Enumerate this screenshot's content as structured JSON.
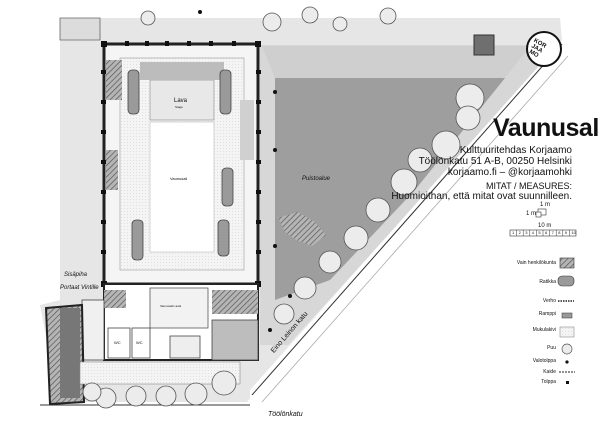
{
  "title": "Vaunusali",
  "address": {
    "line1": "Kulttuuritehdas Korjaamo",
    "line2": "Töölönkatu 51 A-B, 00250 Helsinki",
    "line3": "korjaamo.fi – @korjaamohki"
  },
  "measures": {
    "heading": "MITAT / MEASURES:",
    "note": "Huomioithan, että mitat ovat suunnilleen."
  },
  "scale": {
    "one_m": "1 m",
    "one_m_b": "1 m",
    "ten_m": "10 m",
    "ticks": [
      "1",
      "2",
      "3",
      "4",
      "5",
      "6",
      "7",
      "8",
      "9",
      "10"
    ]
  },
  "logo": {
    "line1": "KOR",
    "line2": "JAA",
    "line3": "MO"
  },
  "rooms": {
    "lava": "Lava",
    "lava_sub": "Stage",
    "sali": "Vaunusali",
    "wc1": "WC",
    "wc2": "WC",
    "lobby": "Vaunusalin aula"
  },
  "labels": {
    "sisapiha": "Sisäpiha",
    "portaat": "Portaat Vintille",
    "puistoalue": "Puistoalue",
    "street1": "Eino Leinon katu",
    "street2": "Töölönkatu"
  },
  "legend": [
    {
      "label": "Vain henkilökunta",
      "kind": "hatch"
    },
    {
      "label": "Ratikka",
      "kind": "tram"
    },
    {
      "label": "Verho",
      "kind": "curtain"
    },
    {
      "label": "Ramppi",
      "kind": "ramp"
    },
    {
      "label": "Mukulakivi",
      "kind": "cobble"
    },
    {
      "label": "Puu",
      "kind": "tree"
    },
    {
      "label": "Valotolppa",
      "kind": "post"
    },
    {
      "label": "Kaide",
      "kind": "rail"
    },
    {
      "label": "Tolppa",
      "kind": "bollard"
    }
  ]
}
